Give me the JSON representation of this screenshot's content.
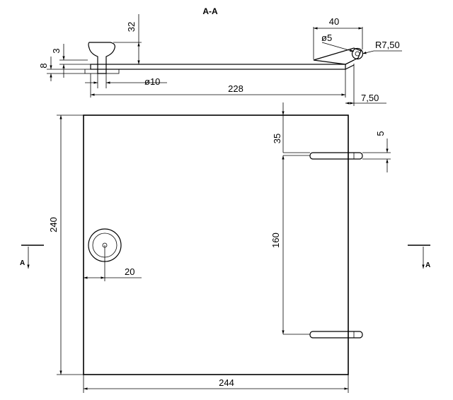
{
  "section_title": "A-A",
  "section_marker": "A",
  "dimensions": {
    "height_32": "32",
    "width_40": "40",
    "dia_5": "ø5",
    "radius_7_5": "R7,50",
    "thick_3": "3",
    "thick_8": "8",
    "dia_10": "ø10",
    "length_228": "228",
    "offset_7_5": "7,50",
    "height_240": "240",
    "offset_35": "35",
    "hinge_5": "5",
    "spacing_160": "160",
    "knob_offset_20": "20",
    "width_244": "244"
  }
}
